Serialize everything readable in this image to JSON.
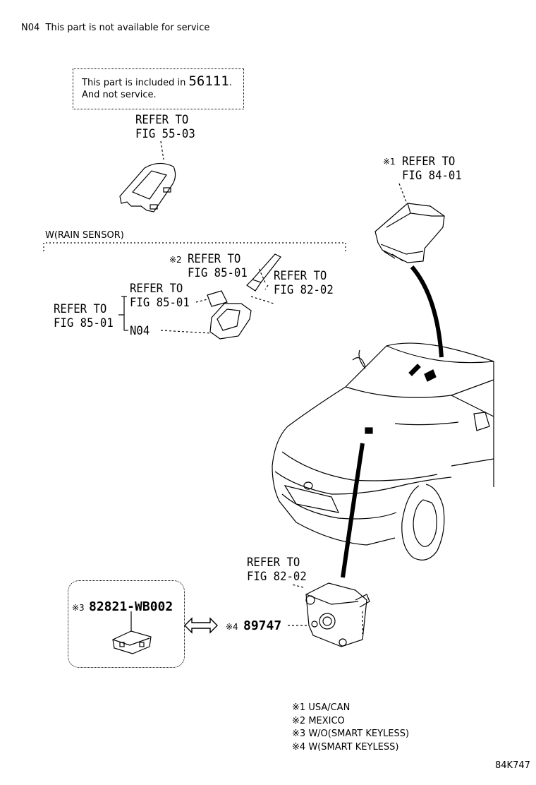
{
  "header_note": {
    "code": "N04",
    "text": "This part is not available for service"
  },
  "info_box": {
    "line1_prefix": "This part is included in",
    "part_number": "56111",
    "line1_suffix": ".",
    "line2": "And not service."
  },
  "refs": {
    "fig_55_03": [
      "REFER TO",
      "FIG 55-03"
    ],
    "fig_84_01": {
      "mark": "※1",
      "lines": [
        "REFER TO",
        "FIG 84-01"
      ]
    },
    "fig_85_01_top": {
      "mark": "※2",
      "lines": [
        "REFER TO",
        "FIG 85-01"
      ]
    },
    "fig_82_02_top": [
      "REFER TO",
      "FIG 82-02"
    ],
    "fig_85_01_mid": [
      "REFER TO",
      "FIG 85-01"
    ],
    "fig_85_01_left": [
      "REFER TO",
      "FIG 85-01"
    ],
    "fig_82_02_bottom": [
      "REFER TO",
      "FIG 82-02"
    ]
  },
  "rain_sensor_label": "W(RAIN SENSOR)",
  "n04_label": "N04",
  "parts": {
    "connector": {
      "mark": "※3",
      "number": "82821-WB002"
    },
    "sensor": {
      "mark": "※4",
      "number": "89747"
    }
  },
  "legend": [
    {
      "mark": "※1",
      "text": "USA/CAN"
    },
    {
      "mark": "※2",
      "text": "MEXICO"
    },
    {
      "mark": "※3",
      "text": "W/O(SMART KEYLESS)"
    },
    {
      "mark": "※4",
      "text": "W(SMART KEYLESS)"
    }
  ],
  "figure_id": "84K747"
}
